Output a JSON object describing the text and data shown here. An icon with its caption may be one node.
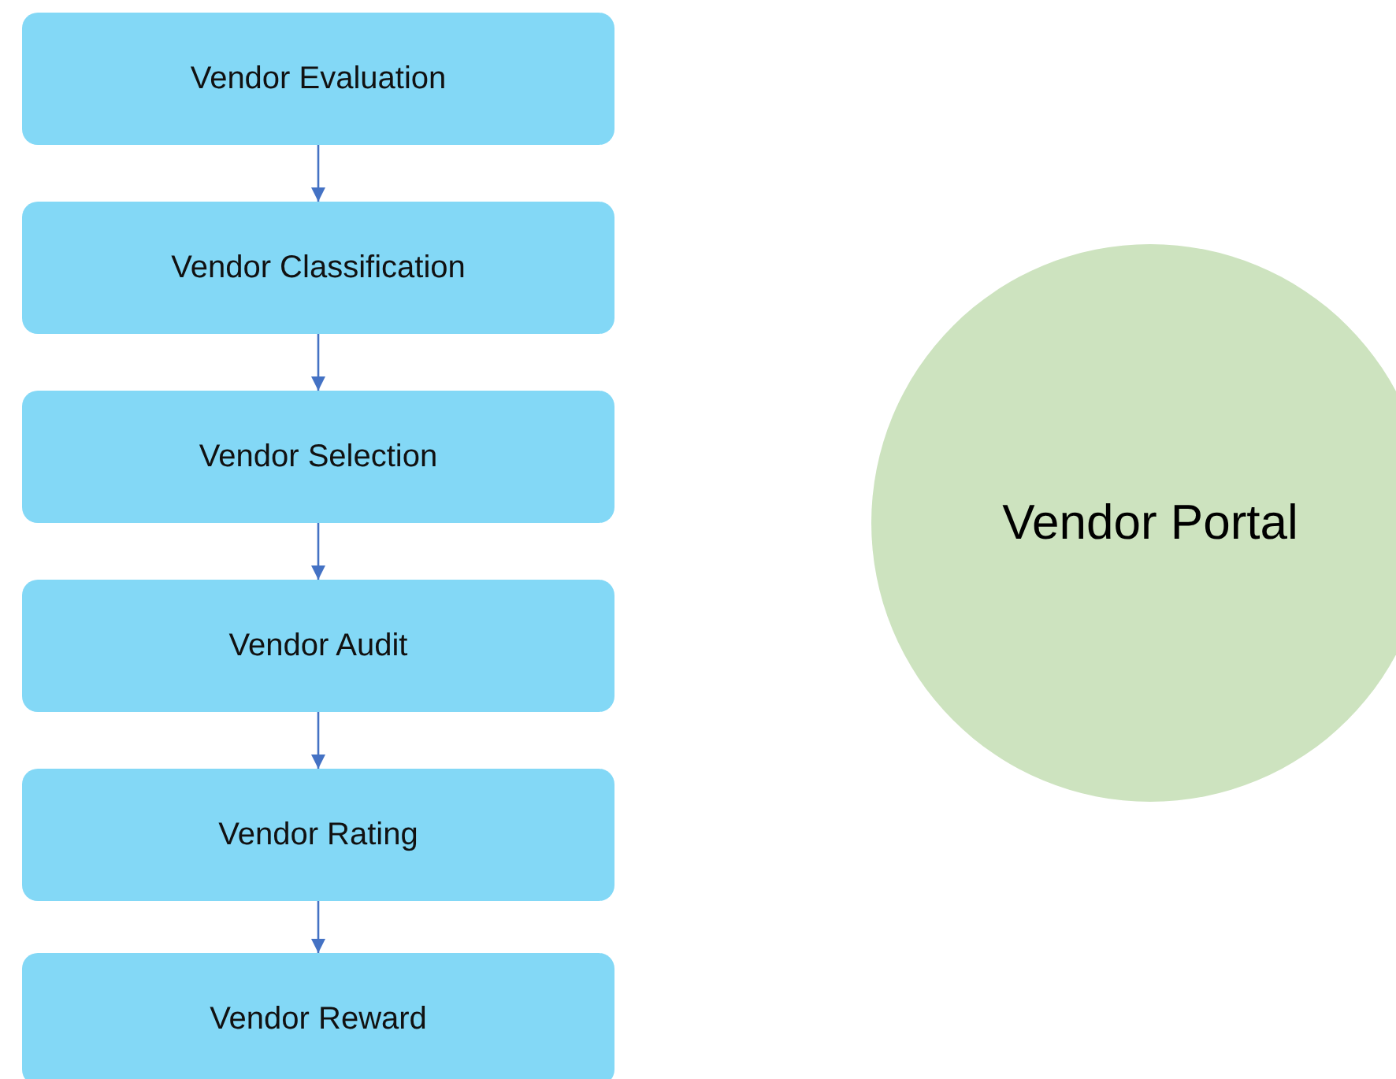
{
  "diagram": {
    "nodes": [
      {
        "text": [
          "Vendor Evaluation"
        ]
      },
      {
        "text": [
          "Vendor Classification"
        ]
      },
      {
        "text": [
          "Vendor Selection"
        ]
      },
      {
        "text": [
          "Vendor Audit"
        ]
      },
      {
        "text": [
          "Vendor Rating"
        ]
      },
      {
        "text": [
          "Vendor Reward"
        ]
      },
      {
        "text": [
          "Vendor Portal"
        ]
      }
    ],
    "edges": [
      {
        "from": 0,
        "to": 1,
        "arrow": "to"
      },
      {
        "from": 1,
        "to": 2,
        "arrow": "to"
      },
      {
        "from": 2,
        "to": 3,
        "arrow": "to"
      },
      {
        "from": 3,
        "to": 4,
        "arrow": "to"
      },
      {
        "from": 4,
        "to": 5,
        "arrow": "to"
      }
    ]
  }
}
